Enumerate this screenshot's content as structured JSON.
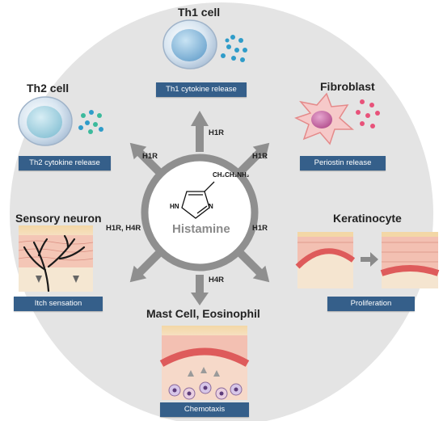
{
  "center": {
    "name": "Histamine",
    "substituent": "CH₂CH₂NH₂",
    "nh": "HN",
    "n": "N"
  },
  "receptors": {
    "th1": "H1R",
    "th2": "H1R",
    "fibroblast": "H1R",
    "sensory": "H1R,  H4R",
    "keratinocyte": "H1R",
    "mast": "H4R"
  },
  "targets": {
    "th1": {
      "title": "Th1 cell",
      "effect": "Th1 cytokine release"
    },
    "th2": {
      "title": "Th2 cell",
      "effect": "Th2 cytokine release"
    },
    "fibroblast": {
      "title": "Fibroblast",
      "effect": "Periostin release"
    },
    "sensory": {
      "title": "Sensory neuron",
      "effect": "Itch sensation"
    },
    "keratinocyte": {
      "title": "Keratinocyte",
      "effect": "Proliferation"
    },
    "mast": {
      "title": "Mast Cell,  Eosinophil",
      "effect": "Chemotaxis"
    }
  },
  "colors": {
    "background_disc": "#e4e4e4",
    "ring": "#8f8f8f",
    "arrow": "#8f8f8f",
    "effect_box": "#355f8a"
  }
}
